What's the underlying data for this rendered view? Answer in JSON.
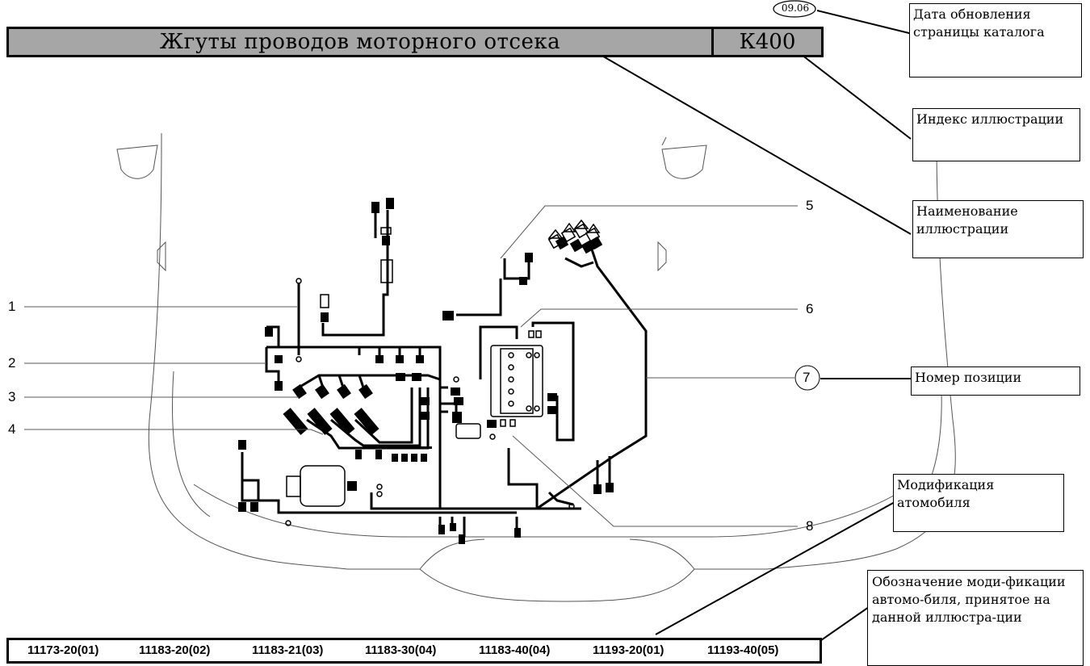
{
  "header": {
    "title": "Жгуты проводов моторного отсека",
    "index": "К400",
    "date": "09.06"
  },
  "callouts": {
    "date_update": "Дата обновления страницы каталога",
    "illustration_index": "Индекс иллюстрации",
    "illustration_name": "Наименование иллюстрации",
    "position_number": "Номер позиции",
    "modification": "Модификация атомобиля",
    "modification_designation": "Обозначение моди-фикации автомо-биля, принятое на данной иллюстра-ции"
  },
  "positions": [
    "1",
    "2",
    "3",
    "4",
    "5",
    "6",
    "7",
    "8"
  ],
  "modifications": [
    "11173-20(01)",
    "11183-20(02)",
    "11183-21(03)",
    "11183-30(04)",
    "11183-40(04)",
    "11193-20(01)",
    "11193-40(05)"
  ]
}
